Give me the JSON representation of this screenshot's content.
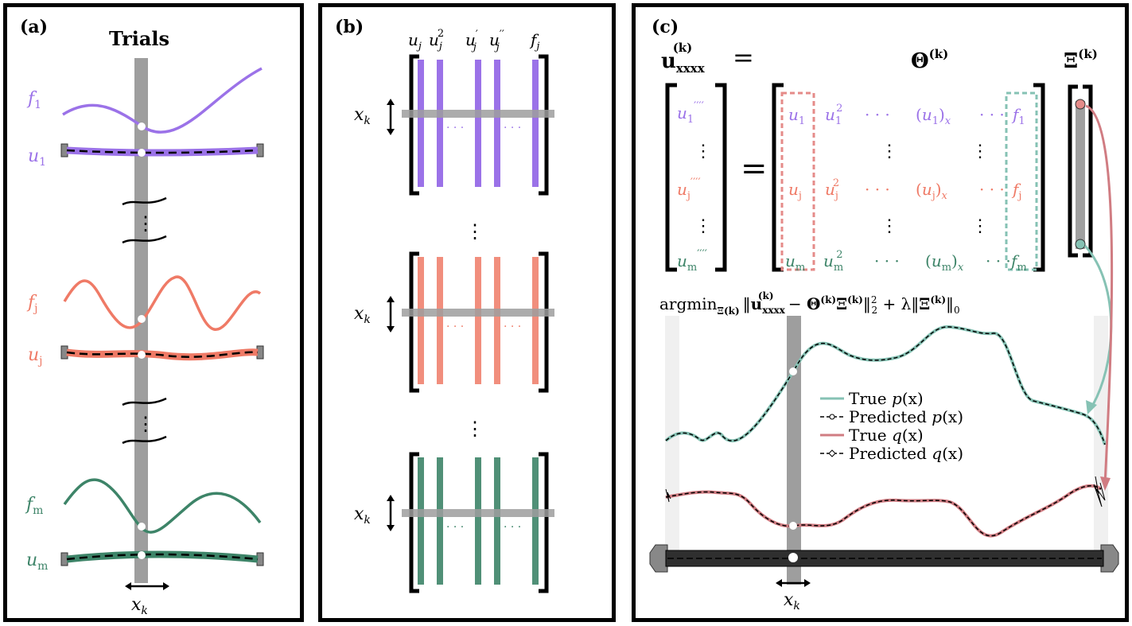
{
  "panel_a": {
    "tag": "(a)",
    "title": "Trials",
    "f1": "f",
    "f1_sub": "1",
    "u1": "u",
    "u1_sub": "1",
    "fj": "f",
    "fj_sub": "j",
    "uj": "u",
    "uj_sub": "j",
    "fm": "f",
    "fm_sub": "m",
    "um": "u",
    "um_sub": "m",
    "xk": "x",
    "xk_sub": "k",
    "ellipsis": "⋮"
  },
  "panel_b": {
    "tag": "(b)",
    "header": {
      "u": "u",
      "j": "j",
      "sq": "2",
      "prime1": "′",
      "prime2": "′′",
      "f": "f"
    },
    "xk": "x",
    "xk_sub": "k",
    "dots": "· · ·",
    "ellipsis": "⋮"
  },
  "panel_c": {
    "tag": "(c)",
    "lhs_bold": "u",
    "lhs_sub": "xxxx",
    "lhs_sup": "(k)",
    "eq": "=",
    "theta": "Θ",
    "theta_sup": "(k)",
    "xi": "Ξ",
    "xi_sup": "(k)",
    "prime4": "′′′′",
    "cdots": "· · ·",
    "ellipsis": "⋮",
    "objective": {
      "argmin": "argmin",
      "sub": "Ξ(k)",
      "norm_open": "‖",
      "u": "u",
      "u_sup": "(k)",
      "u_sub": "xxxx",
      "minus": " − ",
      "theta": "Θ",
      "sup": "(k)",
      "xi": "Ξ",
      "norm_close": "‖",
      "sq2": "2",
      "sub2": "2",
      "plus_lambda": " + λ‖",
      "sub0": "0"
    },
    "rows": [
      {
        "u": "u",
        "sub": "1",
        "x": "x",
        "f": "f"
      },
      {
        "u": "u",
        "sub": "j",
        "x": "x",
        "f": "f"
      },
      {
        "u": "u",
        "sub": "m",
        "x": "x",
        "f": "f"
      }
    ],
    "legend": [
      {
        "label": "True ",
        "var": "p",
        "arg": "(x)"
      },
      {
        "label": "Predicted ",
        "var": "p",
        "arg": "(x)"
      },
      {
        "label": "True ",
        "var": "q",
        "arg": "(x)"
      },
      {
        "label": "Predicted ",
        "var": "q",
        "arg": "(x)"
      }
    ],
    "xk": "x",
    "xk_sub": "k"
  },
  "colors": {
    "purple": "#9b72e8",
    "salmon": "#ef7a66",
    "green": "#3d8468",
    "teal": "#86c2b4",
    "rose": "#d07c82",
    "dark_green": "#26533f",
    "dark_red": "#6b2f36",
    "gray": "#9e9e9e"
  }
}
